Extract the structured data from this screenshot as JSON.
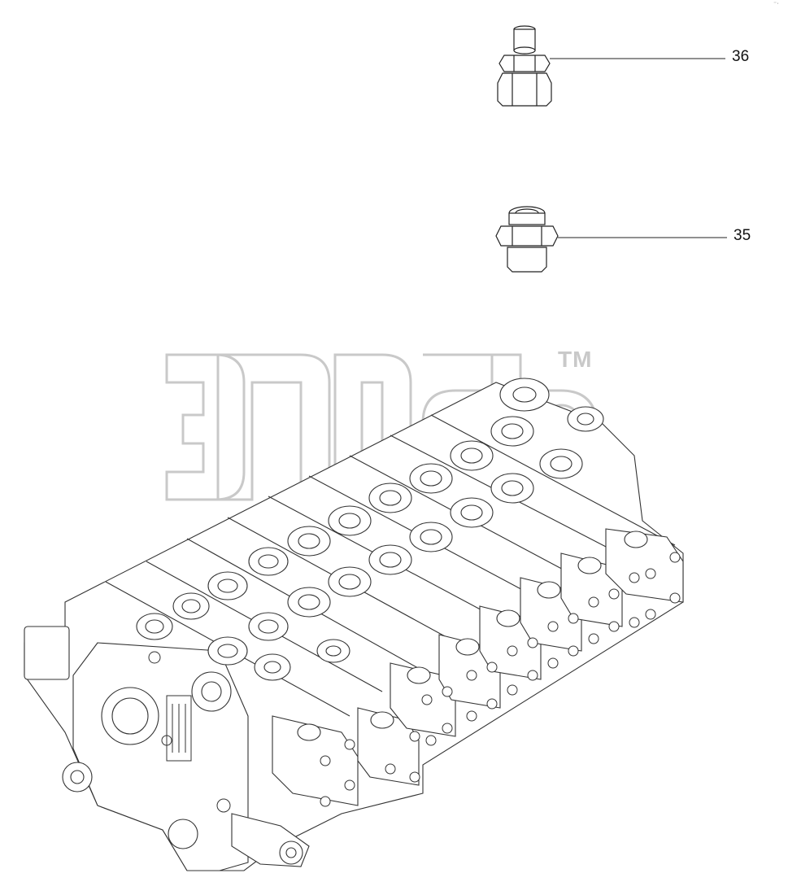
{
  "callouts": {
    "part_36": "36",
    "part_35": "35"
  },
  "watermark": {
    "trademark": "TM"
  },
  "corner_mark": "⁻‧",
  "colors": {
    "line": "#222222",
    "watermark": "#c9c9c9",
    "background": "#ffffff"
  }
}
